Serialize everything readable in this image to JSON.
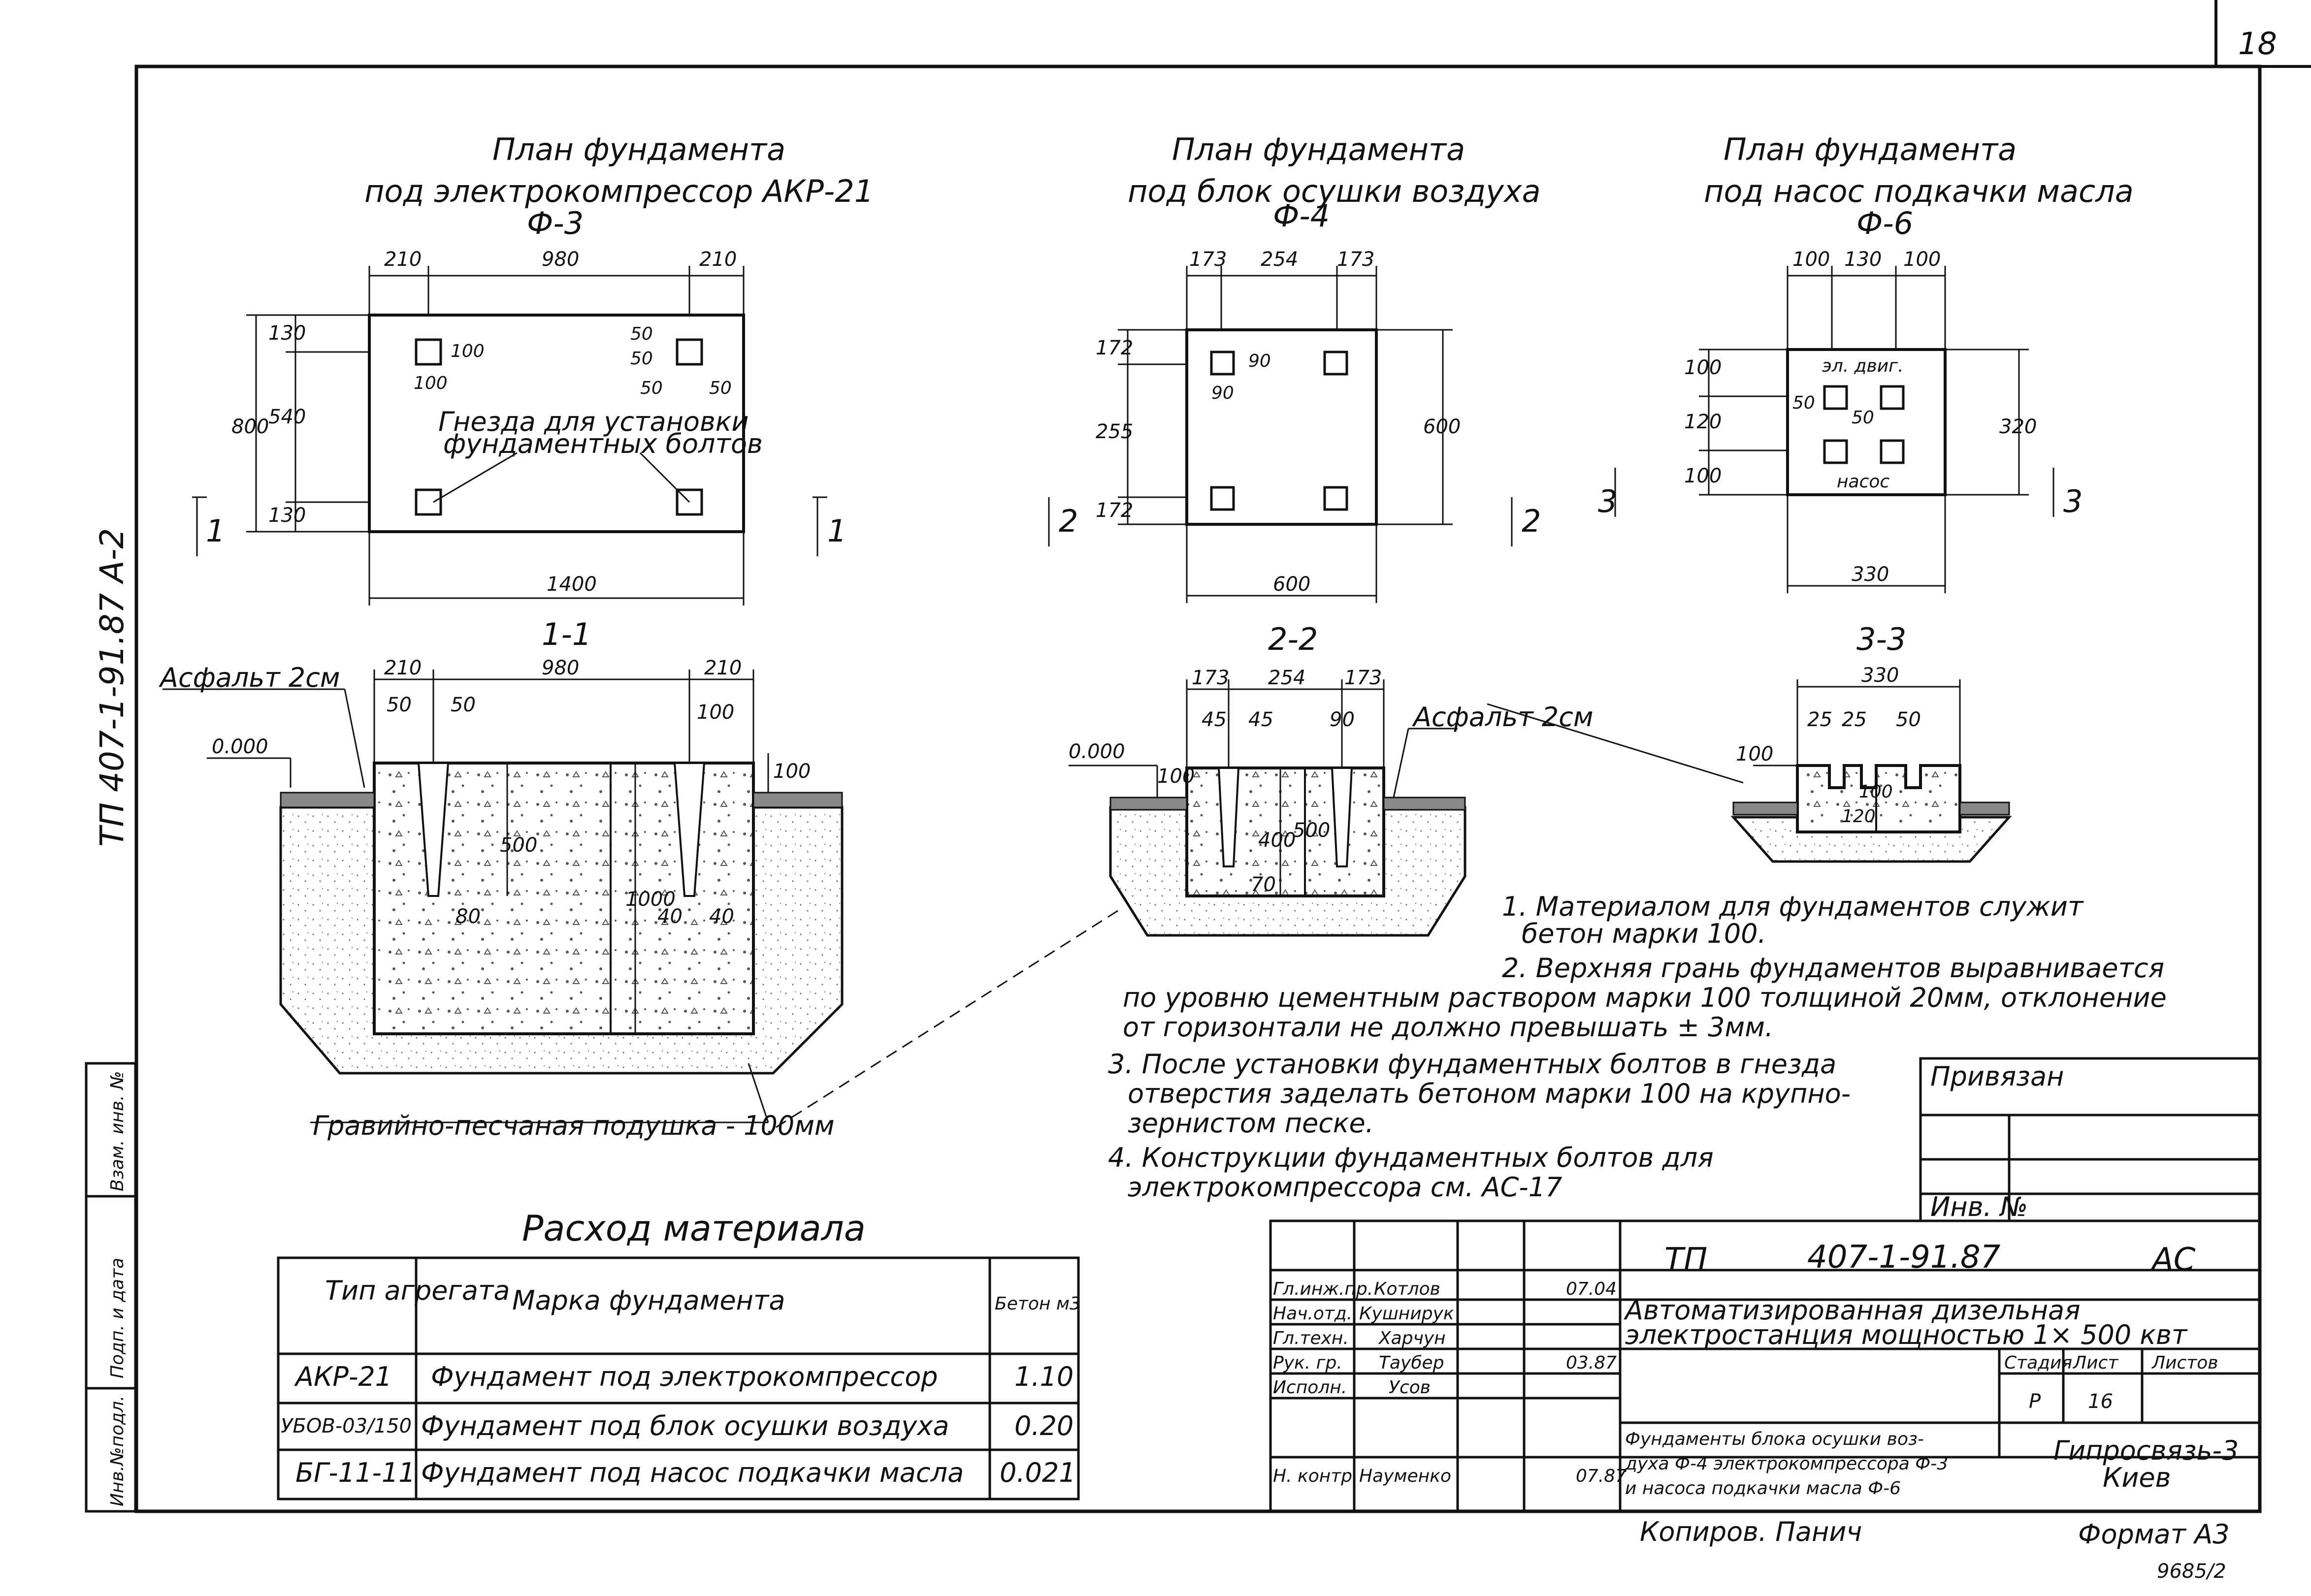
{
  "sheet_number": "18",
  "side_code": "ТП 407-1-91.87 А-2",
  "plans": [
    {
      "title_1": "План фундамента",
      "title_2": "под электрокомпрессор АКР-21",
      "code": "Ф-3",
      "dims": {
        "left": "210",
        "middle": "980",
        "right": "210",
        "overall": "1400",
        "height": "800",
        "h_top": "130",
        "h_mid": "540",
        "h_bot": "130",
        "nest": "100",
        "nest_w": "100",
        "s1": "50",
        "s2": "50",
        "s3": "50",
        "s4": "50"
      },
      "nest_label_1": "Гнезда для установки",
      "nest_label_2": "фундаментных болтов",
      "cut": "1"
    },
    {
      "title_1": "План фундамента",
      "title_2": "под блок осушки воздуха",
      "code": "Ф-4",
      "dims": {
        "left": "173",
        "middle": "254",
        "right": "173",
        "overall": "600",
        "height": "600",
        "h_top": "172",
        "h_mid": "255",
        "h_bot": "172",
        "nest": "90",
        "nest_w": "90"
      },
      "cut": "2"
    },
    {
      "title_1": "План фундамента",
      "title_2": "под насос подкачки масла",
      "code": "Ф-6",
      "dims": {
        "left": "100",
        "middle": "130",
        "right": "100",
        "overall": "330",
        "height": "320",
        "h_top": "100",
        "h_mid": "120",
        "h_bot": "100",
        "nest": "50",
        "nest_w": "50"
      },
      "label_top": "эл. двиг.",
      "label_bot": "насос",
      "cut": "3"
    }
  ],
  "sections": [
    {
      "title": "1-1",
      "dims": {
        "left": "210",
        "middle": "980",
        "right": "210",
        "a": "50",
        "b": "50",
        "c": "100",
        "depth": "500",
        "total": "1000",
        "bottom_a": "80",
        "bottom_b": "40",
        "bottom_c": "40",
        "top": "100"
      },
      "asphalt": "Асфальт 2см",
      "level": "0.000"
    },
    {
      "title": "2-2",
      "dims": {
        "left": "173",
        "middle": "254",
        "right": "173",
        "a": "45",
        "b": "45",
        "c": "90",
        "depth": "400",
        "total": "500",
        "bottom": "70",
        "top": "100"
      },
      "asphalt": "Асфальт 2см",
      "level": "0.000"
    },
    {
      "title": "3-3",
      "dims": {
        "overall": "330",
        "a": "25",
        "b": "25",
        "c": "50",
        "top": "100",
        "depth": "100",
        "total": "120"
      }
    }
  ],
  "cushion_label": "Гравийно-песчаная подушка - 100мм",
  "notes": [
    "1. Материалом для фундаментов служит",
    "бетон марки 100.",
    "2. Верхняя грань фундаментов выравнивается",
    "по уровню цементным раствором марки 100 толщиной 20мм, отклонение",
    "от горизонтали не должно превышать ± 3мм.",
    "3. После установки фундаментных болтов в гнезда",
    "отверстия заделать бетоном марки 100 на крупно-",
    "зернистом песке.",
    "4. Конструкции фундаментных болтов для",
    "электрокомпрессора см. АС-17"
  ],
  "material_table": {
    "title": "Расход материала",
    "headers": [
      "Тип агрегата",
      "Марка фундамента",
      "Бетон м3"
    ],
    "rows": [
      [
        "АКР-21",
        "Фундамент под электрокомпрессор",
        "1.10"
      ],
      [
        "УБОВ-03/150",
        "Фундамент под блок осушки воздуха",
        "0.20"
      ],
      [
        "БГ-11-11",
        "Фундамент под насос подкачки масла",
        "0.021"
      ]
    ]
  },
  "binding_box": {
    "label": "Привязан",
    "inv": "Инв. №"
  },
  "side_stamp": [
    "Инв.№подл.",
    "Подп. и дата",
    "Взам. инв. №"
  ],
  "title_block": {
    "project_code": "ТП 407-1-91.87",
    "tp": "ТП",
    "num": "407-1-91.87",
    "mark": "АС",
    "description_1": "Автоматизированная дизельная",
    "description_2": "электростанция мощностью 1× 500 квт",
    "stage_headers": [
      "Стадия",
      "Лист",
      "Листов"
    ],
    "stage_values": [
      "Р",
      "16",
      ""
    ],
    "sheet_title_1": "Фундаменты блока осушки воз-",
    "sheet_title_2": "духа Ф-4 электрокомпрессора Ф-3",
    "sheet_title_3": "и насоса подкачки масла Ф-6",
    "organization_1": "Гипросвязь-3",
    "organization_2": "Киев",
    "signers": [
      {
        "role": "Гл.инж.пр.",
        "name": "Котлов",
        "date": "07.04"
      },
      {
        "role": "Нач.отд.",
        "name": "Кушнирук",
        "date": ""
      },
      {
        "role": "Гл.техн.",
        "name": "Харчун",
        "date": ""
      },
      {
        "role": "Рук. гр.",
        "name": "Таубер",
        "date": "03.87"
      },
      {
        "role": "Исполн.",
        "name": "Усов",
        "date": ""
      },
      {
        "role": "Н. контр.",
        "name": "Науменко",
        "date": "07.87"
      }
    ],
    "copied": "Копиров. Панич",
    "format": "Формат А3",
    "archive": "9685/2"
  }
}
